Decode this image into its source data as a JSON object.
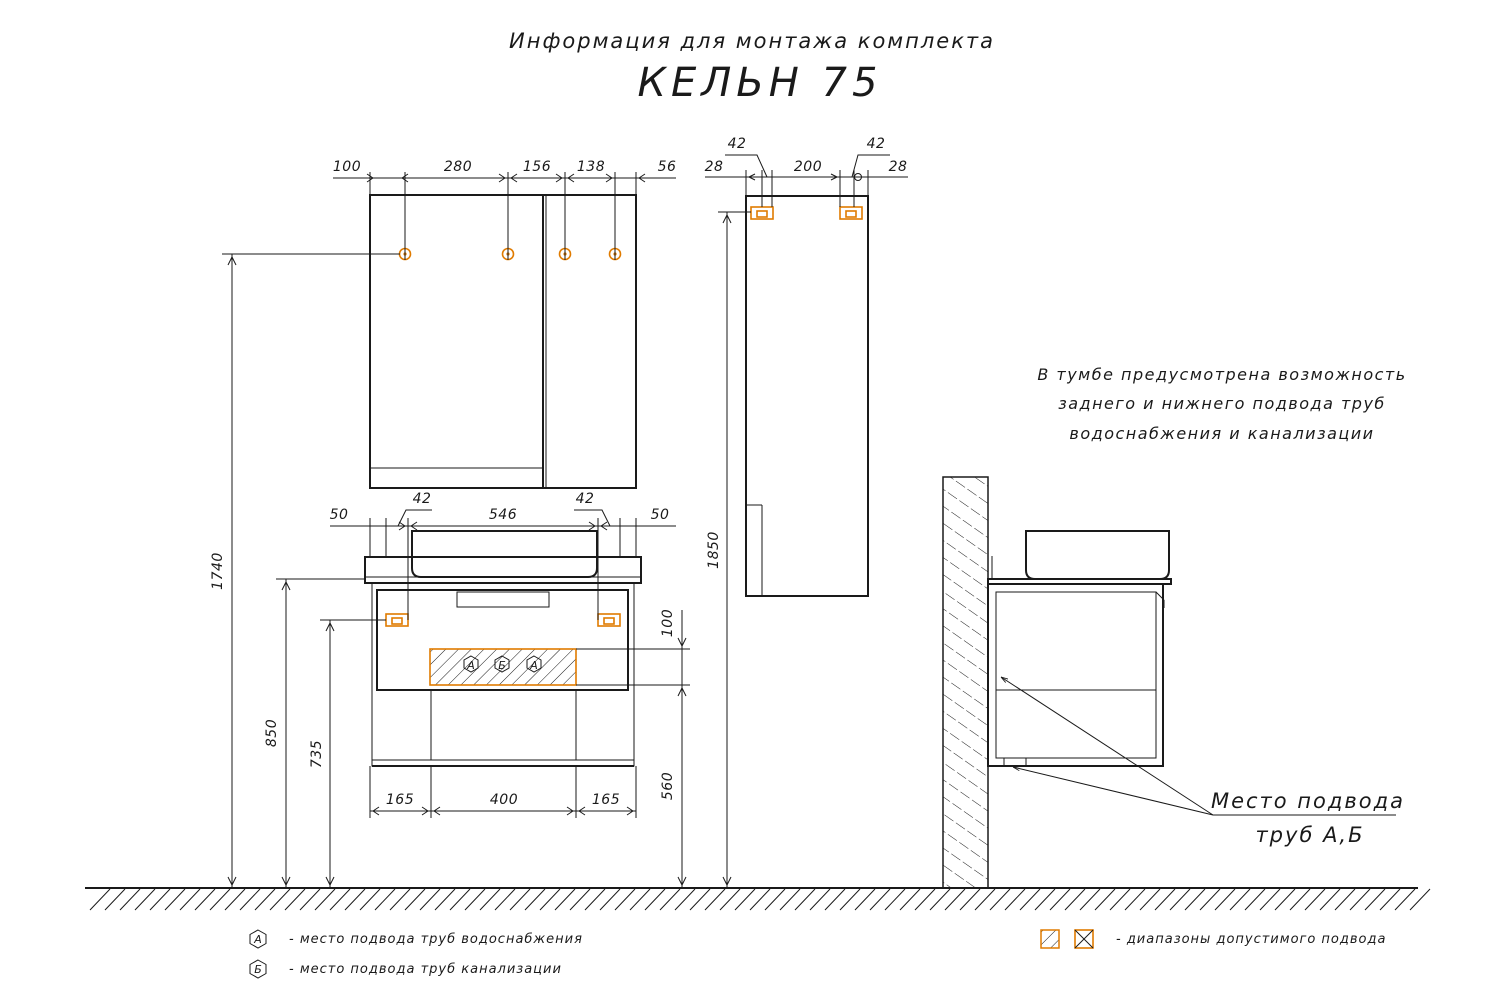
{
  "header": {
    "subtitle": "Информация для монтажа комплекта",
    "title": "КЕЛЬН 75"
  },
  "mirror_dims_top": [
    "100",
    "280",
    "156",
    "138",
    "56"
  ],
  "side_dims_top": {
    "top_left": "42",
    "top_right": "42",
    "bottom": [
      "28",
      "200",
      "28"
    ]
  },
  "vanity_dims_top": [
    "50",
    "42",
    "546",
    "42",
    "50"
  ],
  "vanity_dims_bottom": [
    "165",
    "400",
    "165"
  ],
  "vertical_dims": {
    "d1740": "1740",
    "d850": "850",
    "d735": "735",
    "d1850": "1850",
    "d100": "100",
    "d560": "560"
  },
  "hatch_markers": [
    "А",
    "Б",
    "А"
  ],
  "note": {
    "line1": "В тумбе предусмотрена возможность",
    "line2": "заднего и нижнего подвода труб",
    "line3": "водоснабжения и канализации"
  },
  "callout": {
    "line1": "Место подвода",
    "line2": "труб А,Б"
  },
  "legend": {
    "a_symbol": "А",
    "a_text": "- место подвода труб водоснабжения",
    "b_symbol": "Б",
    "b_text": "- место подвода труб канализации",
    "range_text": "- диапазоны допустимого подвода"
  },
  "colors": {
    "line": "#1a1a1a",
    "accent": "#e07b00"
  }
}
